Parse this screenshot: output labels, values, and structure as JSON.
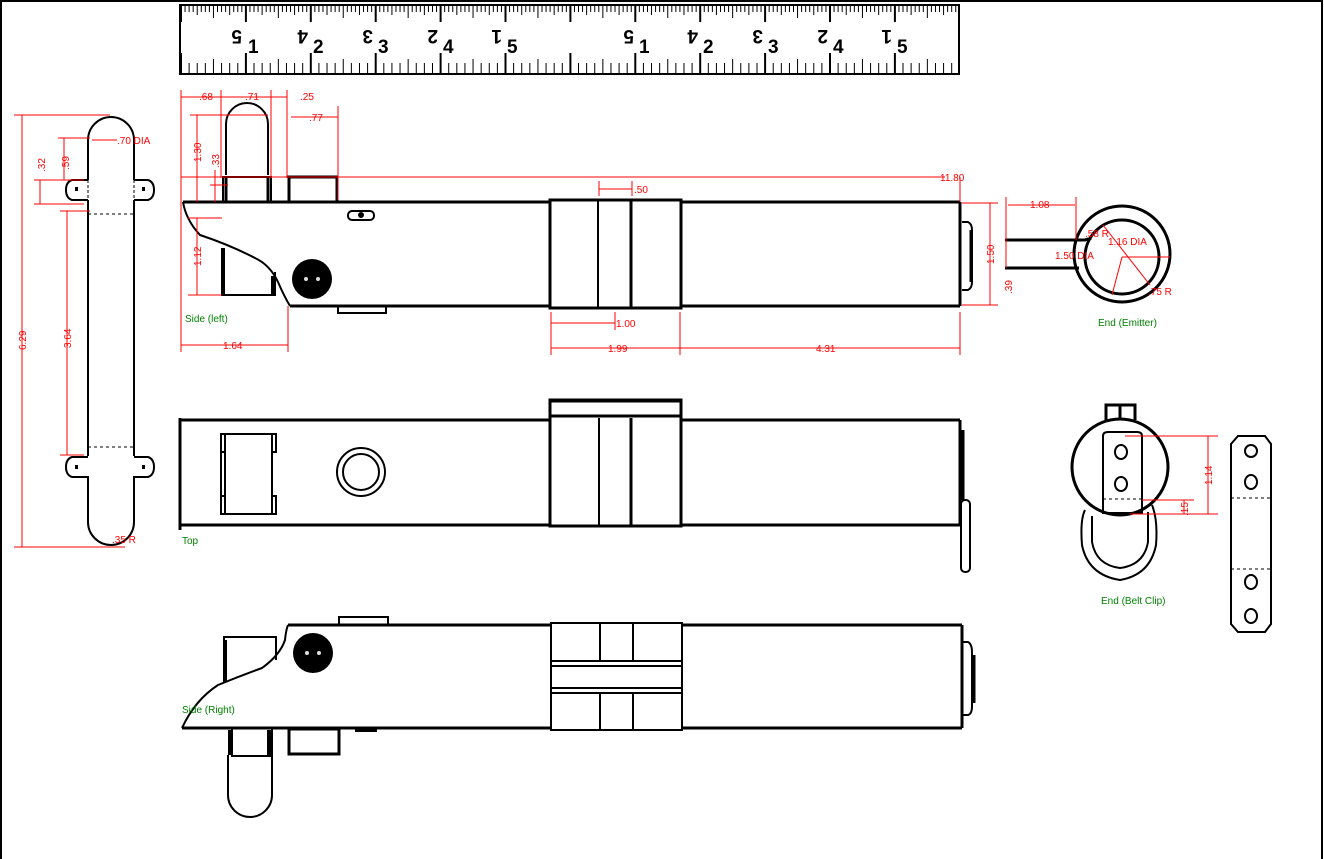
{
  "drawing": {
    "frame_color": "#000000",
    "dimension_color": "#ff0000",
    "label_color": "#008000",
    "units": "inches"
  },
  "ruler": {
    "sections": [
      {
        "top_labels": [
          "5",
          "4",
          "3",
          "2",
          "1"
        ],
        "bottom_labels": [
          "1",
          "2",
          "3",
          "4",
          "5"
        ]
      },
      {
        "top_labels": [
          "5",
          "4",
          "3",
          "2",
          "1"
        ],
        "bottom_labels": [
          "1",
          "2",
          "3",
          "4",
          "5"
        ]
      }
    ]
  },
  "views": {
    "side_left": {
      "label": "Side (left)",
      "dims": {
        "d068": ".68",
        "d071": ".71",
        "d025": ".25",
        "d077": ".77",
        "d130": "1.30",
        "d033": ".33",
        "d112": "1.12",
        "d164": "1.64",
        "d050": ".50",
        "d100": "1.00",
        "d199": "1.99",
        "d431": "4.31",
        "d150": "1.50",
        "d1180": "11.80"
      }
    },
    "clip_side": {
      "dims": {
        "d629": "6.29",
        "d364": "3.64",
        "d032": ".32",
        "d059": ".59",
        "dia": ".70 DIA",
        "rad": ".35 R"
      }
    },
    "end_emitter": {
      "label": "End (Emitter)",
      "dims": {
        "d108": "1.08",
        "d039": ".39",
        "r058": ".58 R",
        "dia116": "1.16 DIA",
        "dia150": "1.50 DIA",
        "r075": ".75 R"
      }
    },
    "top": {
      "label": "Top"
    },
    "end_belt_clip": {
      "label": "End (Belt Clip)",
      "dims": {
        "d114": "1.14",
        "d015": ".15"
      }
    },
    "side_right": {
      "label": "Side (Right)"
    }
  }
}
